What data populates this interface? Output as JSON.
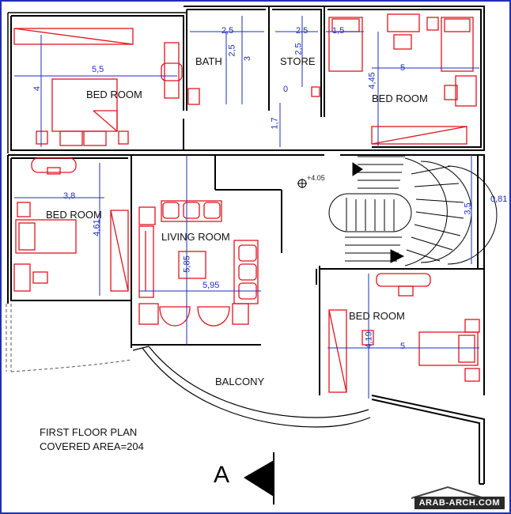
{
  "rooms": {
    "bed_room_top_left": "BED ROOM",
    "bath": "BATH",
    "store": "STORE",
    "bed_room_top_right": "BED ROOM",
    "bed_room_mid_left": "BED ROOM",
    "living_room": "LIVING ROOM",
    "bed_room_bottom_right": "BED ROOM",
    "balcony": "BALCONY"
  },
  "dimensions": {
    "d_5_5": "5,5",
    "d_4": "4",
    "d_2_5_bath": "2,5",
    "d_2_5_bath_v": "2,5",
    "d_3": "3",
    "d_2_5_store": "2,5",
    "d_2_5_store_v": "2,5",
    "d_0": "0",
    "d_1_5": "1,5",
    "d_5_top_right": "5",
    "d_4_45": "4,45",
    "d_1_7": "1,7",
    "d_level": "+4.05",
    "d_3_8": "3,8",
    "d_4_61": "4,61",
    "d_5_85": "5,85",
    "d_5_95": "5,95",
    "d_3_5": "3,5",
    "d_0_81": "0,81",
    "d_4_19": "4,19",
    "d_5_bottom_right": "5"
  },
  "caption": {
    "line1": "FIRST FLOOR PLAN",
    "line2": "COVERED AREA=204"
  },
  "section_marker": "A",
  "watermark": "ARAB-ARCH.COM",
  "colors": {
    "wall": "#000000",
    "furniture": "#e0141e",
    "dimension": "#1f2fb8",
    "border": "#1f2fb8"
  }
}
